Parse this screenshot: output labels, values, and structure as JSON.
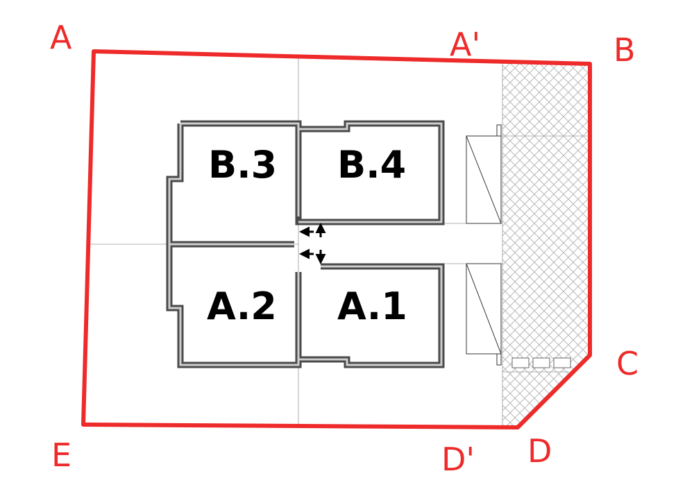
{
  "plan": {
    "boundary_color": "#ee2a2a",
    "wall_color": "#4a4a4a",
    "hatch_color": "#b8b8b8",
    "corners": {
      "a": "A",
      "a_prime": "A'",
      "b": "B",
      "c": "C",
      "d": "D",
      "d_prime": "D'",
      "e": "E"
    },
    "units": {
      "b3": "B.3",
      "b4": "B.4",
      "a2": "A.2",
      "a1": "A.1"
    },
    "icons": [
      "arrow-left-icon",
      "arrow-up-icon",
      "arrow-left-icon",
      "arrow-down-icon"
    ]
  }
}
